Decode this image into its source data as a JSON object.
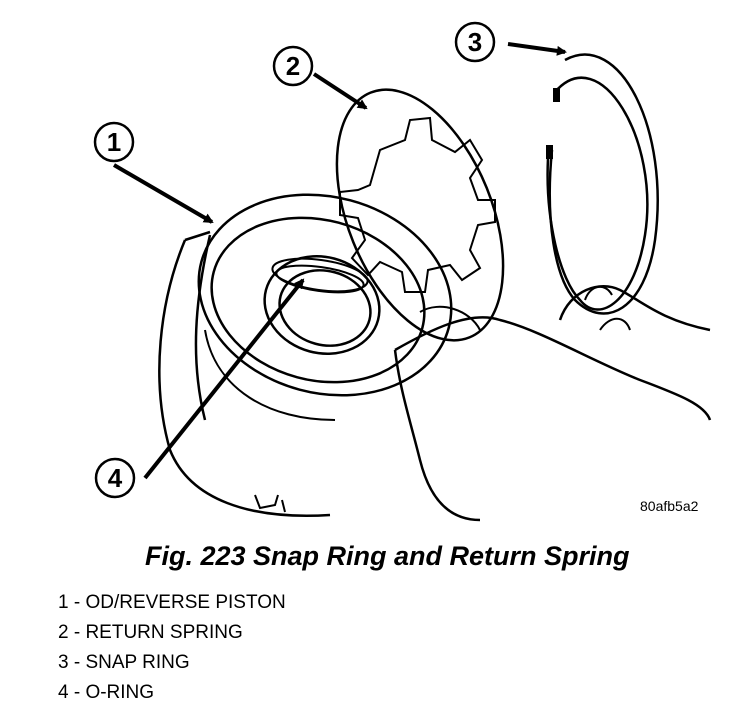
{
  "figure": {
    "caption": "Fig. 223 Snap Ring and Return Spring",
    "image_code": "80afb5a2",
    "callouts": [
      "1",
      "2",
      "3",
      "4"
    ]
  },
  "legend": [
    "1 - OD/REVERSE PISTON",
    "2 - RETURN SPRING",
    "3 - SNAP RING",
    "4 - O-RING"
  ]
}
